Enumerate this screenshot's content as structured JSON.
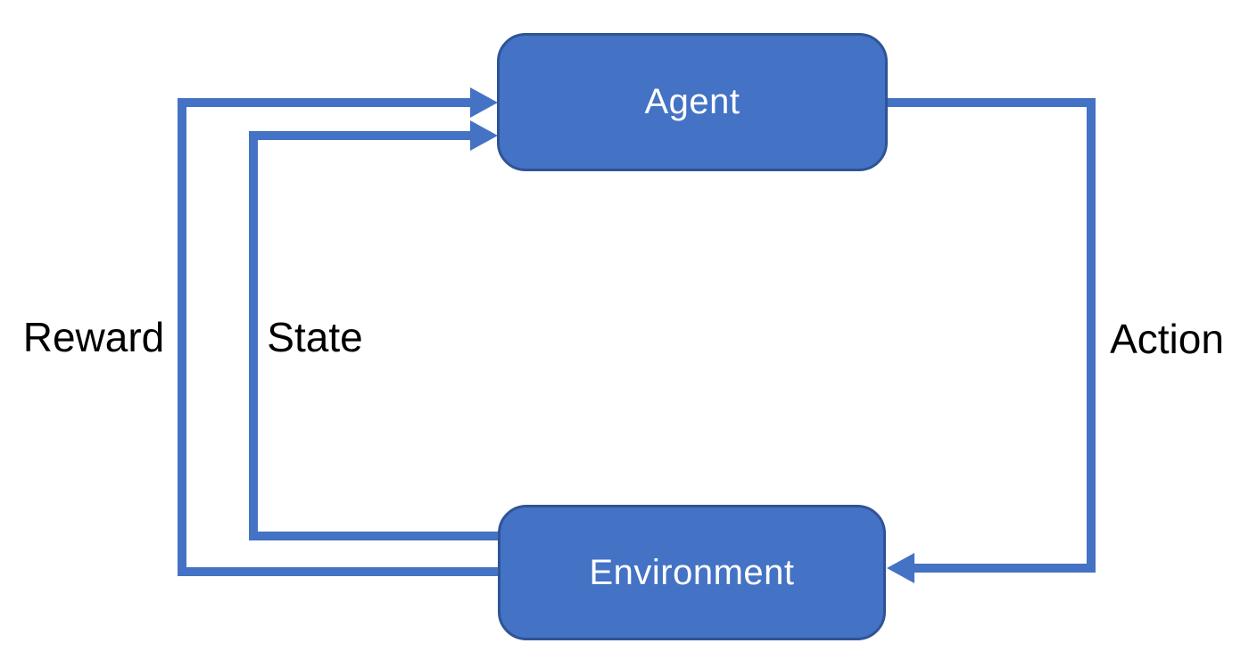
{
  "diagram": {
    "nodes": [
      {
        "id": "agent",
        "label": "Agent"
      },
      {
        "id": "environment",
        "label": "Environment"
      }
    ],
    "edges": [
      {
        "id": "reward",
        "label": "Reward",
        "from": "environment",
        "to": "agent",
        "side": "outer-left",
        "direction": "up"
      },
      {
        "id": "state",
        "label": "State",
        "from": "environment",
        "to": "agent",
        "side": "inner-left",
        "direction": "up"
      },
      {
        "id": "action",
        "label": "Action",
        "from": "agent",
        "to": "environment",
        "side": "right",
        "direction": "down"
      }
    ],
    "colors": {
      "node_fill": "#4472C4",
      "node_border": "#2F5496",
      "arrow": "#4472C4",
      "label_text": "#000000",
      "node_text": "#FFFFFF",
      "background": "#FFFFFF"
    }
  }
}
